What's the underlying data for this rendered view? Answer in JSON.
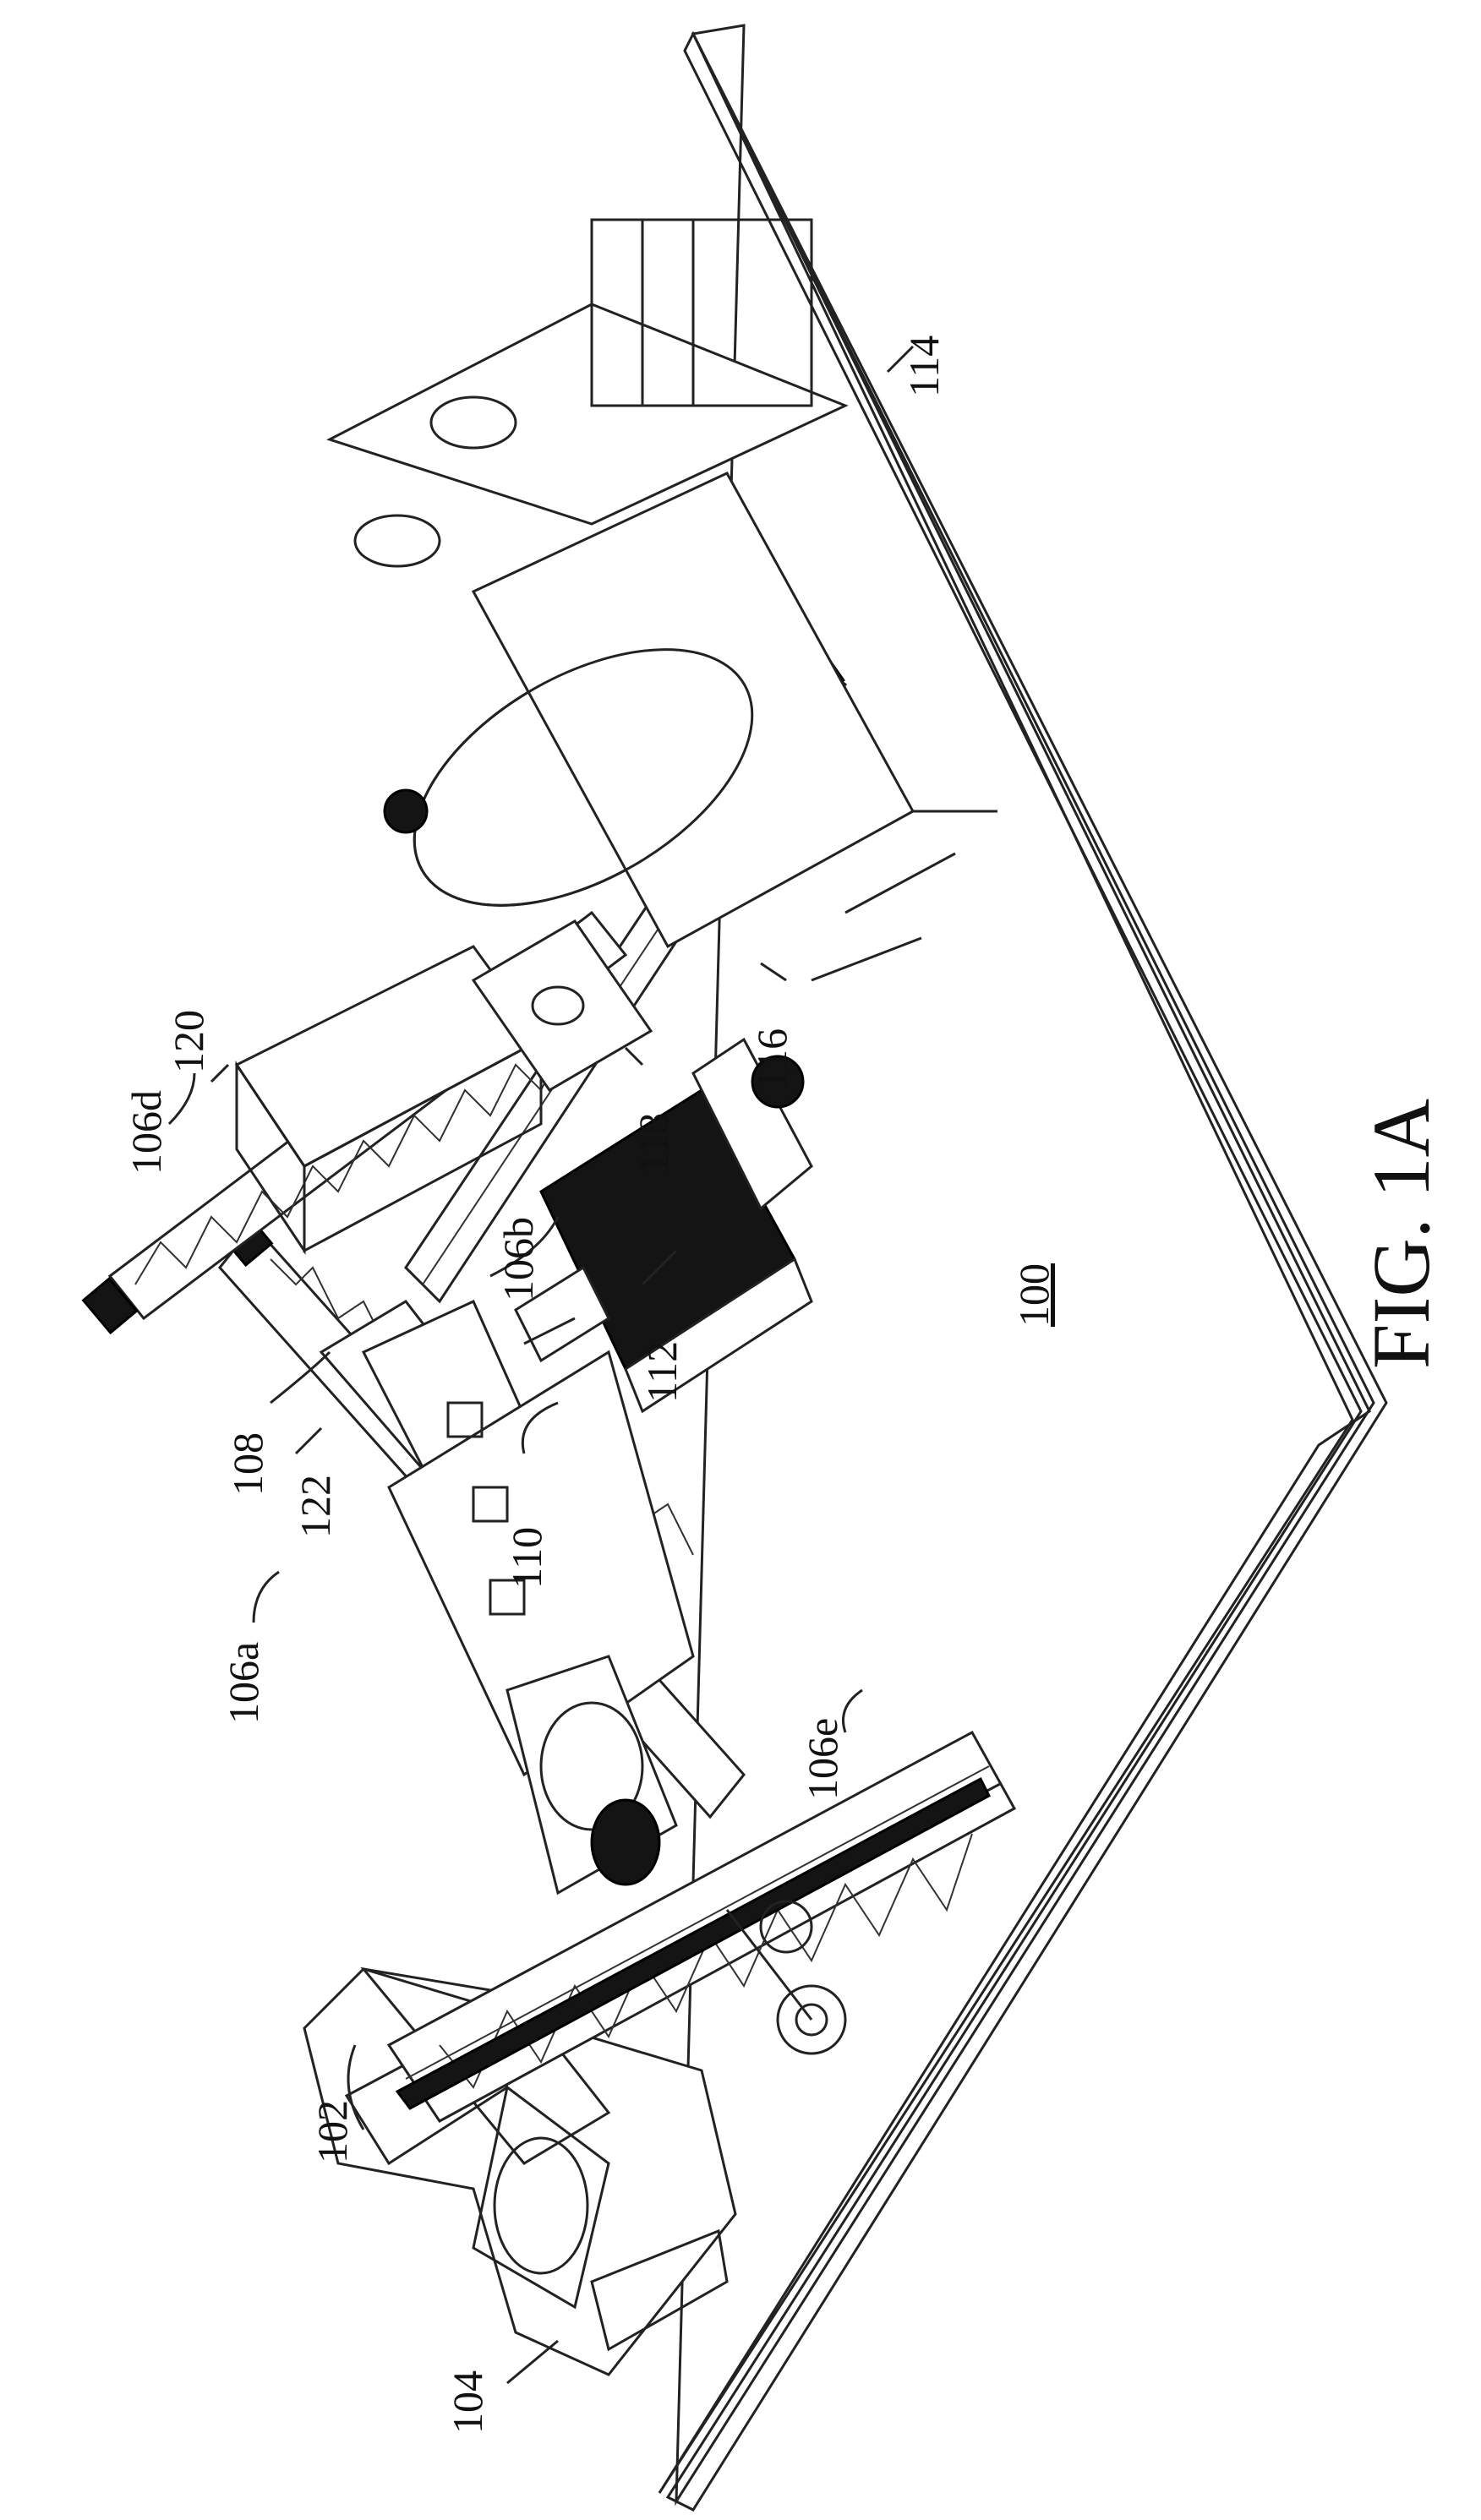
{
  "figure": {
    "caption": "FIG. 1A",
    "system_ref": "100"
  },
  "reference_labels": {
    "r102": "102",
    "r104": "104",
    "r106a": "106a",
    "r106b": "106b",
    "r106d": "106d",
    "r106e": "106e",
    "r108": "108",
    "r110": "110",
    "r112": "112",
    "r114": "114",
    "r116": "116",
    "r118": "118",
    "r120": "120",
    "r122": "122"
  }
}
